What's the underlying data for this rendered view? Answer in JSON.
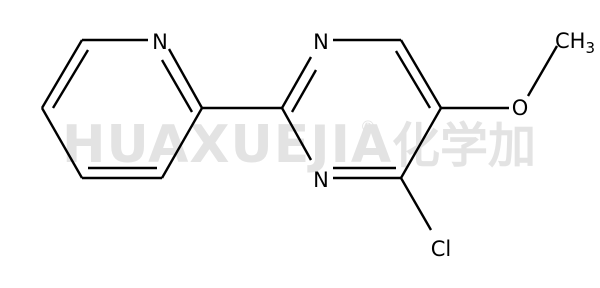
{
  "watermark": {
    "latin": "HUAXUEJIA",
    "registered": "®",
    "chinese": "化学加"
  },
  "atoms": {
    "pyridine_n": "N",
    "pyrimidine_n_top": "N",
    "pyrimidine_n_bottom": "N",
    "oxygen": "O",
    "methyl_c": "CH",
    "methyl_sub": "3",
    "chlorine": "Cl"
  },
  "colors": {
    "bond": "#000000",
    "label": "#000000",
    "watermark": "#e3e3e3",
    "background": "#ffffff"
  }
}
